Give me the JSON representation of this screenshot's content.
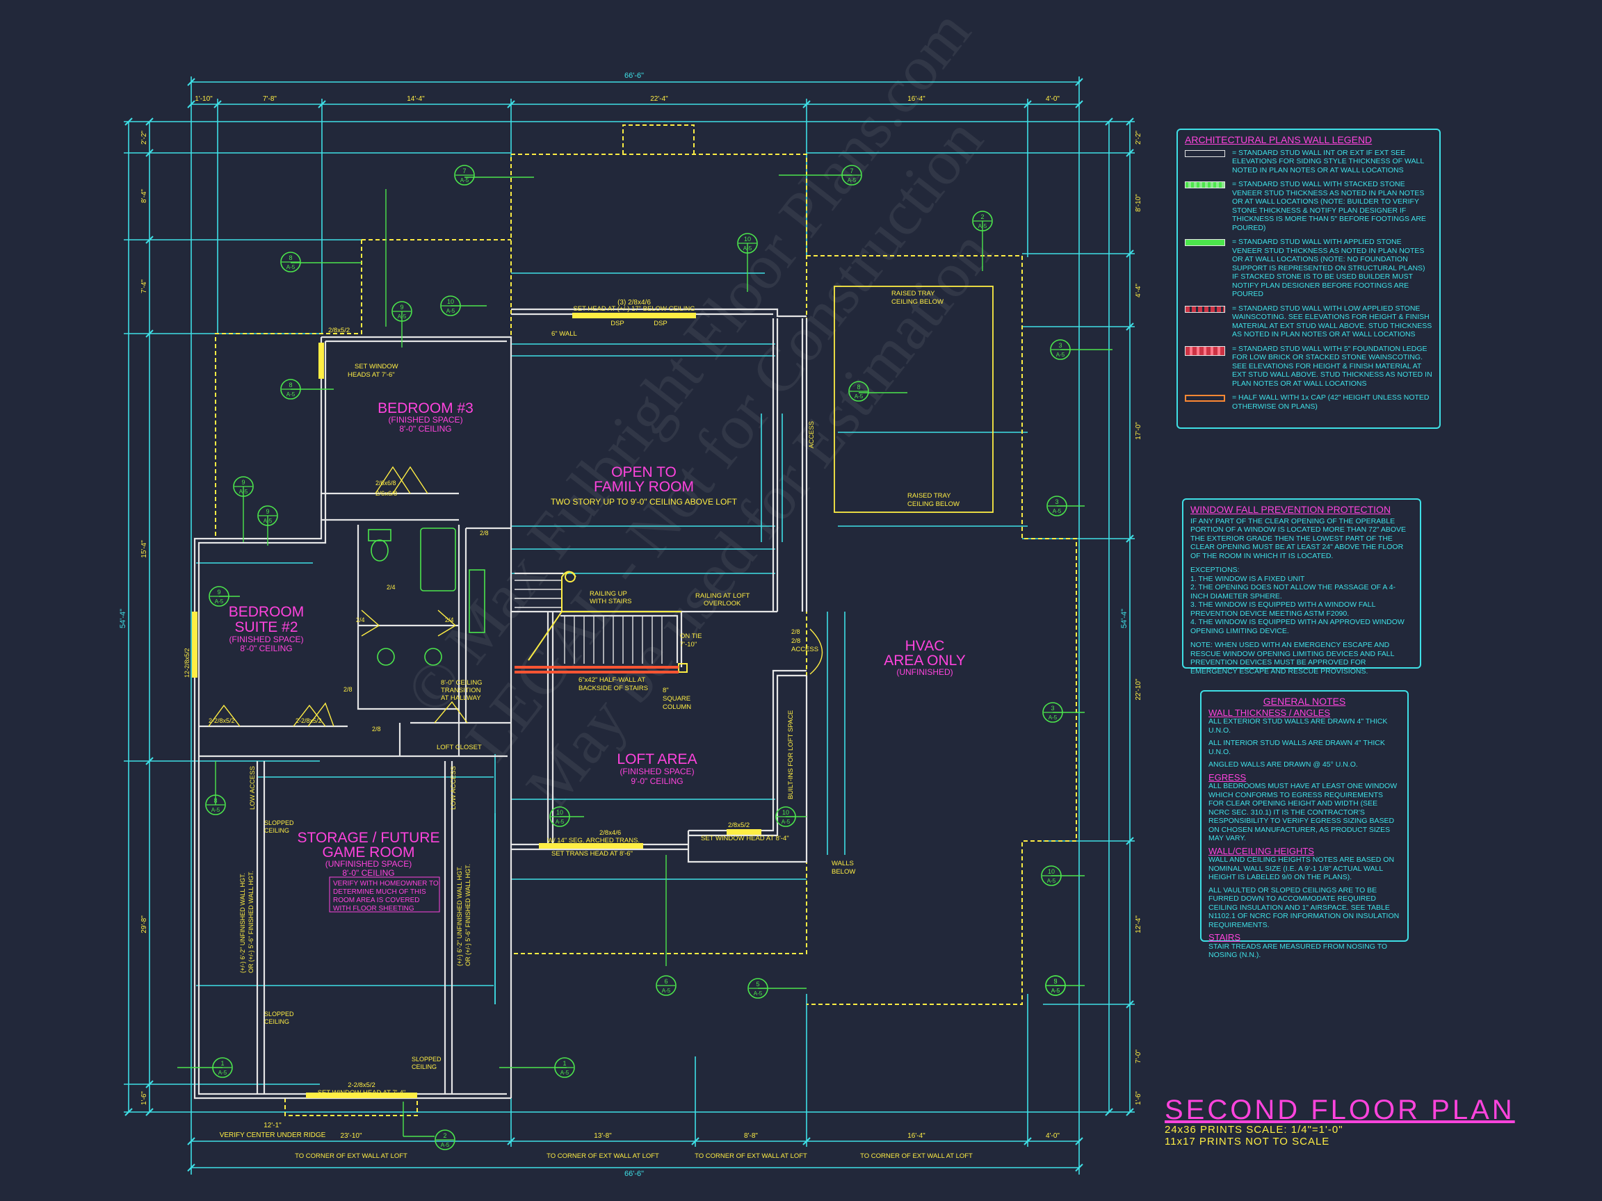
{
  "dimensions": {
    "overall_top": "66'-6\"",
    "top_segments": [
      "1'-10\"",
      "7'-8\"",
      "14'-4\"",
      "22'-4\"",
      "16'-4\"",
      "4'-0\""
    ],
    "overall_bottom": "66'-6\"",
    "bottom_segments": [
      "23'-10\"",
      "13'-8\"",
      "8'-8\"",
      "16'-4\"",
      "4'-0\""
    ],
    "bottom_notes": [
      "TO CORNER OF EXT WALL AT LOFT",
      "TO CORNER OF EXT WALL AT LOFT",
      "TO CORNER OF EXT WALL AT LOFT",
      "TO CORNER OF EXT WALL AT LOFT"
    ],
    "left_overall": "54'-4\"",
    "right_overall": "54'-4\"",
    "left_segments": [
      "2'-2\"",
      "8'-4\"",
      "7'-4\"",
      "15'-4\"",
      "29'-8\"",
      "1'-6\""
    ],
    "right_segments": [
      "2'-2\"",
      "8'-10\"",
      "4'-4\"",
      "17'-0\"",
      "22'-10\"",
      "12'-4\"",
      "7'-0\"",
      "1'-6\""
    ],
    "ridge_note": "VERIFY CENTER UNDER RIDGE",
    "ridge_dim": "12'-1\""
  },
  "rooms": {
    "bedroom3": {
      "name": "BEDROOM #3",
      "space": "(FINISHED SPACE)",
      "ceiling": "8'-0\" CEILING"
    },
    "suite2": {
      "name1": "BEDROOM",
      "name2": "SUITE #2",
      "space": "(FINISHED SPACE)",
      "ceiling": "8'-0\" CEILING"
    },
    "open": {
      "name1": "OPEN TO",
      "name2": "FAMILY ROOM",
      "note": "TWO STORY UP TO 9'-0\" CEILING ABOVE LOFT"
    },
    "hvac": {
      "name1": "HVAC",
      "name2": "AREA ONLY",
      "space": "(UNFINISHED)"
    },
    "loft": {
      "name": "LOFT AREA",
      "space": "(FINISHED SPACE)",
      "ceiling": "9'-0\" CEILING"
    },
    "storage": {
      "name1": "STORAGE / FUTURE",
      "name2": "GAME ROOM",
      "space": "(UNFINISHED SPACE)",
      "ceiling": "8'-0\" CEILING",
      "verify": [
        "VERIFY WITH HOMEOWNER TO",
        "DETERMINE MUCH OF THIS",
        "ROOM AREA IS COVERED",
        "WITH FLOOR SHEETING"
      ]
    }
  },
  "labels": {
    "raised_tray_top": [
      "RAISED TRAY",
      "CEILING BELOW"
    ],
    "raised_tray_bottom": [
      "RAISED TRAY",
      "CEILING BELOW"
    ],
    "set_head": "SET HEAD AT (+/-) 17\" BELOW CEILING",
    "window_top": "(3) 2/8x4/6",
    "dsp": "DSP",
    "six_wall": "6\" WALL",
    "set_window_heads": [
      "SET WINDOW",
      "HEADS AT 7'-6\""
    ],
    "railing_up": [
      "RAILING UP",
      "WITH STAIRS"
    ],
    "railing_loft": [
      "RAILING AT LOFT",
      "OVERLOOK"
    ],
    "half_wall": [
      "6\"x42\" HALF-WALL AT",
      "BACKSIDE OF STAIRS"
    ],
    "square_column": [
      "8\"",
      "SQUARE",
      "COLUMN"
    ],
    "ceiling_transition": [
      "8'-0\" CEILING",
      "TRANSITION",
      "AT HALLWAY"
    ],
    "loft_closet": "LOFT CLOSET",
    "seg_arched": "W/ 14\" SEG. ARCHED TRANS.",
    "set_trans_head": "SET TRANS HEAD AT 8'-6\"",
    "set_window_head_84": "SET WINDOW HEAD AT 8'-4\"",
    "set_window_head_74": "SET WINDOW HEAD AT 7'-4\"",
    "walls_below": [
      "WALLS",
      "BELOW"
    ],
    "access": "ACCESS",
    "low_access": "LOW ACCESS",
    "built_ins": "BUILT-INS FOR LOFT SPACE",
    "slopped_ceiling": [
      "SLOPPED",
      "CEILING"
    ],
    "finished_wall_left": [
      "(+/-) 6'-2\" UNFINISHED WALL HGT.",
      "OR (+/-) 5'-6\" FINISHED WALL HGT."
    ],
    "on_tie": [
      "ON TIE",
      "7'-10\""
    ],
    "window_3": "2/8x5/2",
    "window_4": "2/8x4/6",
    "window_6": "2-2/8x5/2",
    "window_12": "12-2/8x5/2",
    "window_pair": "2-2/8x5/2",
    "door_26": "2/6x6/8",
    "door_24": "2/4",
    "door_28": "2/8"
  },
  "legend": {
    "title": "ARCHITECTURAL PLANS WALL LEGEND",
    "items": [
      {
        "text": "= STANDARD STUD WALL INT OR EXT IF EXT SEE ELEVATIONS FOR SIDING STYLE THICKNESS OF WALL NOTED IN PLAN NOTES OR AT WALL LOCATIONS",
        "swatch": "plain"
      },
      {
        "text": "= STANDARD STUD WALL WITH STACKED STONE VENEER STUD THICKNESS AS NOTED IN PLAN NOTES OR AT WALL LOCATIONS (NOTE: BUILDER TO VERIFY STONE THICKNESS & NOTIFY PLAN DESIGNER IF THICKNESS IS MORE THAN 5\" BEFORE FOOTINGS ARE POURED)",
        "swatch": "stacked"
      },
      {
        "text": "= STANDARD STUD WALL WITH APPLIED STONE VENEER STUD THICKNESS AS NOTED IN PLAN NOTES OR AT WALL LOCATIONS (NOTE: NO FOUNDATION SUPPORT IS REPRESENTED ON STRUCTURAL PLANS) IF STACKED STONE IS TO BE USED BUILDER MUST NOTIFY PLAN DESIGNER BEFORE FOOTINGS ARE POURED",
        "swatch": "applied"
      },
      {
        "text": "= STANDARD STUD WALL WITH LOW APPLIED STONE WAINSCOTING. SEE ELEVATIONS FOR HEIGHT & FINISH MATERIAL AT EXT STUD WALL ABOVE. STUD THICKNESS AS NOTED IN PLAN NOTES OR AT WALL LOCATIONS",
        "swatch": "low"
      },
      {
        "text": "= STANDARD STUD WALL WITH 5\" FOUNDATION LEDGE FOR LOW BRICK OR STACKED STONE WAINSCOTING. SEE ELEVATIONS FOR HEIGHT & FINISH MATERIAL AT EXT STUD WALL ABOVE. STUD THICKNESS AS NOTED IN PLAN NOTES OR AT WALL LOCATIONS",
        "swatch": "ledge"
      },
      {
        "text": "= HALF WALL WITH 1x CAP (42\" HEIGHT UNLESS NOTED OTHERWISE ON PLANS)",
        "swatch": "half"
      }
    ]
  },
  "fall_prevention": {
    "title": "WINDOW FALL PREVENTION PROTECTION",
    "body": "IF ANY PART OF THE CLEAR OPENING OF THE OPERABLE PORTION OF A WINDOW IS LOCATED MORE THAN 72\" ABOVE THE EXTERIOR GRADE THEN THE LOWEST PART OF THE CLEAR OPENING MUST BE AT LEAST 24\" ABOVE THE FLOOR OF THE ROOM IN WHICH IT IS LOCATED.",
    "exceptions_label": "EXCEPTIONS:",
    "exceptions": [
      "1. THE WINDOW IS A FIXED UNIT",
      "2. THE OPENING DOES NOT ALLOW THE PASSAGE OF A 4-INCH DIAMETER SPHERE.",
      "3. THE WINDOW IS EQUIPPED WITH A WINDOW FALL PREVENTION DEVICE MEETING ASTM F2090.",
      "4. THE WINDOW IS EQUIPPED WITH AN APPROVED WINDOW OPENING LIMITING DEVICE."
    ],
    "note": "NOTE: WHEN USED WITH AN EMERGENCY ESCAPE AND RESCUE WINDOW OPENING LIMITING DEVICES AND FALL PREVENTION DEVICES MUST BE APPROVED FOR EMERGENCY ESCAPE AND RESCUE PROVISIONS."
  },
  "general_notes": {
    "title": "GENERAL NOTES",
    "sections": [
      {
        "heading": "WALL THICKNESS / ANGLES",
        "lines": [
          "ALL EXTERIOR STUD WALLS ARE DRAWN 4\" THICK U.N.O.",
          "ALL INTERIOR STUD WALLS ARE DRAWN 4\" THICK U.N.O.",
          "ANGLED WALLS ARE DRAWN @ 45° U.N.O."
        ]
      },
      {
        "heading": "EGRESS",
        "lines": [
          "ALL BEDROOMS MUST HAVE AT LEAST ONE WINDOW WHICH CONFORMS TO EGRESS REQUIREMENTS FOR CLEAR OPENING HEIGHT AND WIDTH (SEE NCRC SEC. 310.1) IT IS THE CONTRACTOR'S RESPONSIBILITY TO VERIFY EGRESS SIZING BASED ON CHOSEN MANUFACTURER, AS PRODUCT SIZES MAY VARY."
        ]
      },
      {
        "heading": "WALL/CEILING HEIGHTS",
        "lines": [
          "WALL AND CEILING HEIGHTS NOTES ARE BASED ON NOMINAL WALL SIZE (I.E. A 9'-1 1/8\" ACTUAL WALL HEIGHT IS LABELED 9/0 ON THE PLANS).",
          "ALL VAULTED OR SLOPED CEILINGS ARE TO BE FURRED DOWN TO ACCOMMODATE REQUIRED CEILING INSULATION AND 1\" AIRSPACE. SEE TABLE N1102.1 OF NCRC FOR INFORMATION ON INSULATION REQUIREMENTS."
        ]
      },
      {
        "heading": "STAIRS",
        "lines": [
          "STAIR TREADS ARE MEASURED FROM NOSING TO NOSING (N.N.)."
        ]
      }
    ]
  },
  "title_block": {
    "title": "SECOND FLOOR PLAN",
    "scale1": "24x36 PRINTS SCALE: 1/4\"=1'-0\"",
    "scale2": "11x17 PRINTS NOT TO SCALE"
  },
  "watermark": {
    "line1": "© Max Fulbright Floor Plans.com",
    "line2": "LEGAL - Not for Construction",
    "line3": "May be used for Estimation"
  },
  "section_markers": [
    {
      "n": "7",
      "s": "A-5"
    },
    {
      "n": "8",
      "s": "A-5"
    },
    {
      "n": "8",
      "s": "A-5"
    },
    {
      "n": "9",
      "s": "A-5"
    },
    {
      "n": "10",
      "s": "A-5"
    },
    {
      "n": "10",
      "s": "A-5"
    },
    {
      "n": "7",
      "s": "A-5"
    },
    {
      "n": "2",
      "s": "A-5"
    },
    {
      "n": "3",
      "s": "A-5"
    },
    {
      "n": "8",
      "s": "A-5"
    },
    {
      "n": "9",
      "s": "A-5"
    },
    {
      "n": "9",
      "s": "A-5"
    },
    {
      "n": "9",
      "s": "A-5"
    },
    {
      "n": "10",
      "s": "A-5"
    },
    {
      "n": "3",
      "s": "A-5"
    },
    {
      "n": "10",
      "s": "A-5"
    },
    {
      "n": "10",
      "s": "A-5"
    },
    {
      "n": "3",
      "s": "A-5"
    },
    {
      "n": "3",
      "s": "A-5"
    },
    {
      "n": "8",
      "s": "A-5"
    },
    {
      "n": "6",
      "s": "A-5"
    },
    {
      "n": "5",
      "s": "A-5"
    },
    {
      "n": "5",
      "s": "A-5"
    },
    {
      "n": "1",
      "s": "A-5"
    },
    {
      "n": "1",
      "s": "A-5"
    },
    {
      "n": "2",
      "s": "A-5"
    }
  ],
  "colors": {
    "background": "#22283a",
    "dimension": "#3fe0e6",
    "wall": "#e6e6e6",
    "dashed": "#ffee44",
    "room_name": "#ff44dd",
    "marker": "#4ce64c",
    "half_wall": "#ff5533"
  }
}
